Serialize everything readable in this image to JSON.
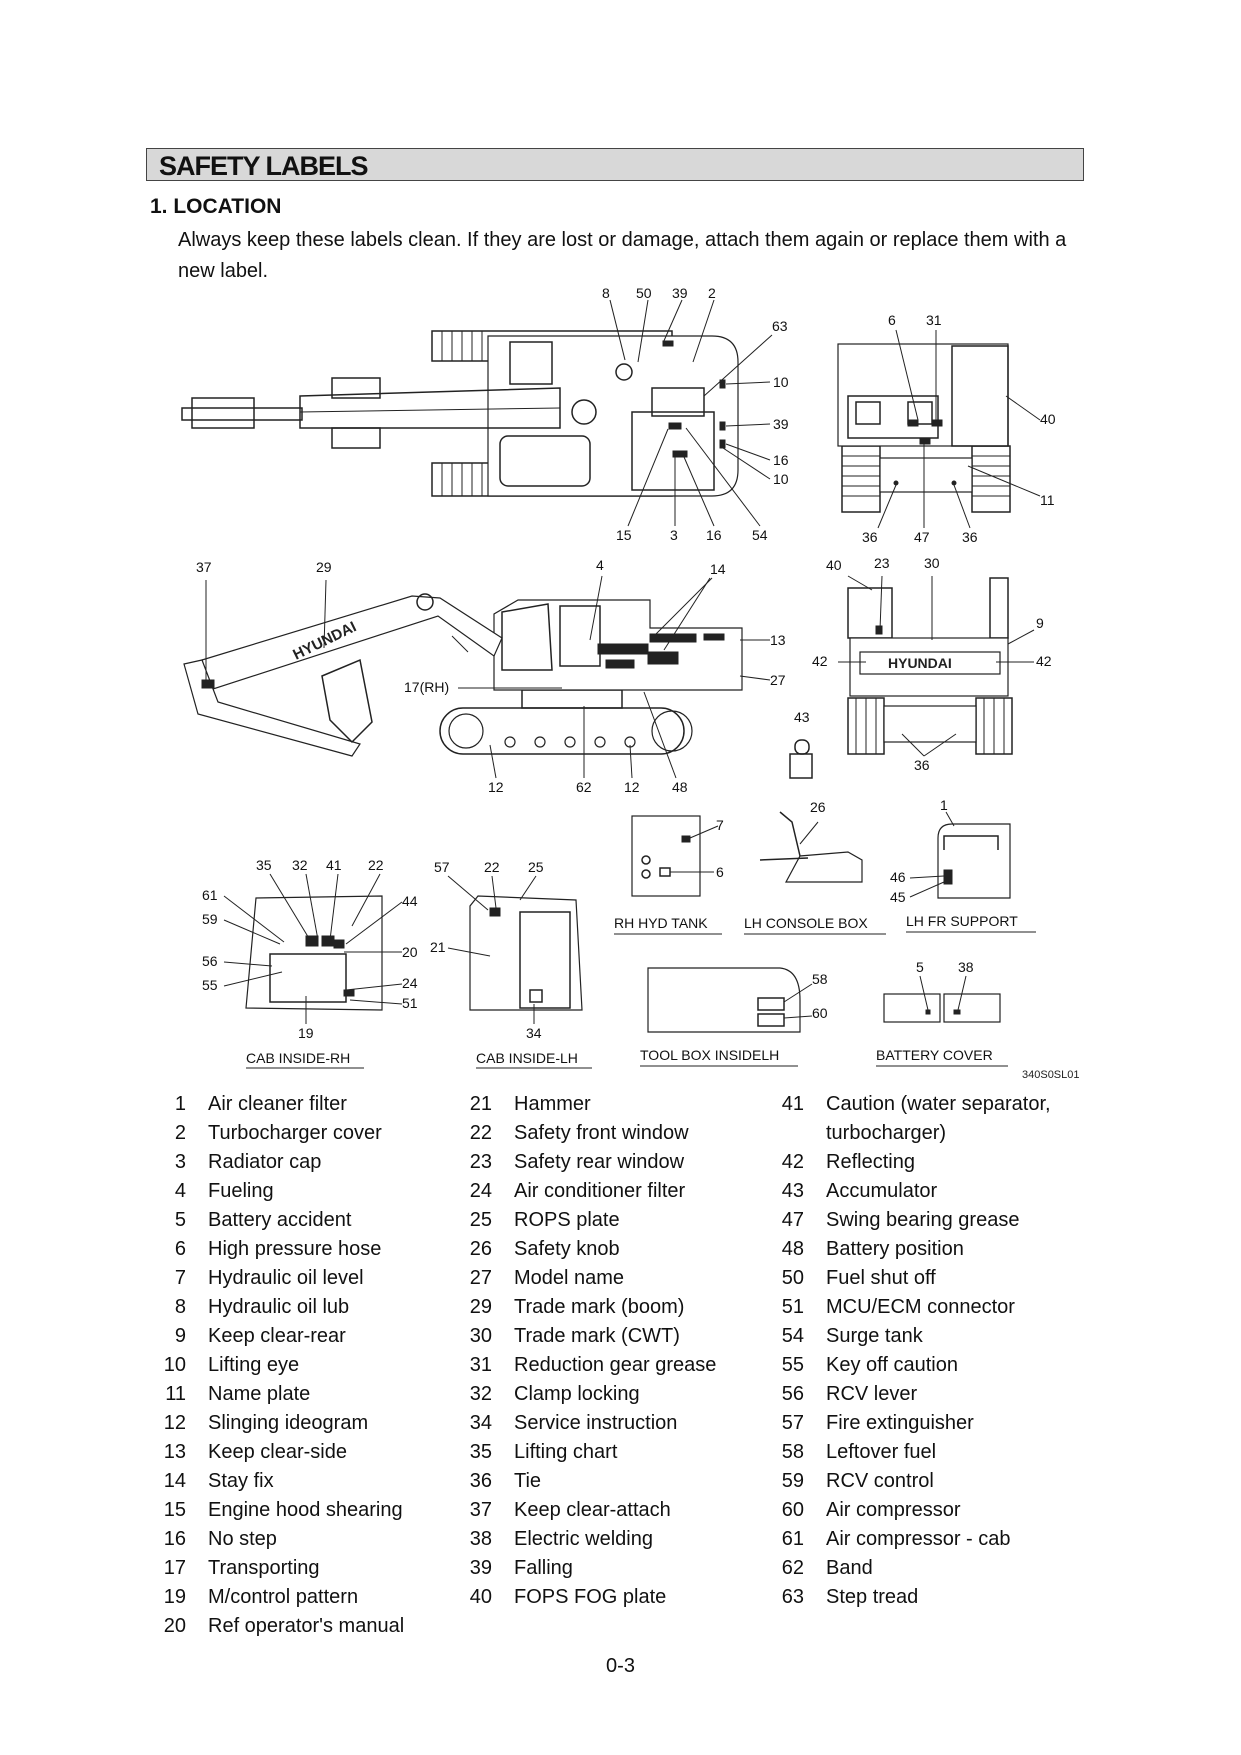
{
  "section_title": "SAFETY LABELS",
  "subsection_title": "1.  LOCATION",
  "intro": "Always keep these labels clean.  If they are lost or damage, attach them again or replace them with a new label.",
  "figure_code": "340S0SL01",
  "captions": {
    "rh_hyd_tank": "RH HYD TANK",
    "lh_console_box": "LH CONSOLE BOX",
    "lh_fr_support": "LH FR SUPPORT",
    "cab_inside_rh": "CAB INSIDE-RH",
    "cab_inside_lh": "CAB INSIDE-LH",
    "tool_box": "TOOL BOX INSIDELH",
    "battery_cover": "BATTERY COVER",
    "brand": "HYUNDAI"
  },
  "callouts": {
    "top": [
      "8",
      "50",
      "39",
      "2",
      "63",
      "10",
      "39",
      "16",
      "10",
      "15",
      "3",
      "16",
      "54"
    ],
    "rear": [
      "6",
      "31",
      "40",
      "11",
      "36",
      "47",
      "36"
    ],
    "side": [
      "37",
      "29",
      "4",
      "14",
      "13",
      "17(RH)",
      "27",
      "12",
      "62",
      "12",
      "48"
    ],
    "front": [
      "40",
      "23",
      "30",
      "9",
      "42",
      "42",
      "43",
      "36"
    ],
    "tank": [
      "7",
      "6"
    ],
    "console": [
      "26"
    ],
    "support": [
      "1",
      "46",
      "45"
    ],
    "cab_rh": [
      "35",
      "32",
      "41",
      "22",
      "61",
      "44",
      "59",
      "20",
      "56",
      "24",
      "55",
      "51",
      "19"
    ],
    "cab_lh": [
      "57",
      "22",
      "25",
      "21",
      "34"
    ],
    "toolbox": [
      "58",
      "60"
    ],
    "battery": [
      "5",
      "38"
    ]
  },
  "legend": {
    "col1": [
      {
        "no": "1",
        "text": "Air cleaner filter"
      },
      {
        "no": "2",
        "text": "Turbocharger cover"
      },
      {
        "no": "3",
        "text": "Radiator cap"
      },
      {
        "no": "4",
        "text": "Fueling"
      },
      {
        "no": "5",
        "text": "Battery accident"
      },
      {
        "no": "6",
        "text": "High pressure hose"
      },
      {
        "no": "7",
        "text": "Hydraulic oil level"
      },
      {
        "no": "8",
        "text": "Hydraulic oil lub"
      },
      {
        "no": "9",
        "text": "Keep clear-rear"
      },
      {
        "no": "10",
        "text": "Lifting eye"
      },
      {
        "no": "11",
        "text": "Name plate"
      },
      {
        "no": "12",
        "text": "Slinging ideogram"
      },
      {
        "no": "13",
        "text": "Keep clear-side"
      },
      {
        "no": "14",
        "text": "Stay fix"
      },
      {
        "no": "15",
        "text": "Engine hood shearing"
      },
      {
        "no": "16",
        "text": "No step"
      },
      {
        "no": "17",
        "text": "Transporting"
      },
      {
        "no": "19",
        "text": "M/control pattern"
      },
      {
        "no": "20",
        "text": "Ref operator's manual"
      }
    ],
    "col2": [
      {
        "no": "21",
        "text": "Hammer"
      },
      {
        "no": "22",
        "text": "Safety front window"
      },
      {
        "no": "23",
        "text": "Safety rear window"
      },
      {
        "no": "24",
        "text": "Air conditioner filter"
      },
      {
        "no": "25",
        "text": "ROPS plate"
      },
      {
        "no": "26",
        "text": "Safety knob"
      },
      {
        "no": "27",
        "text": "Model name"
      },
      {
        "no": "29",
        "text": "Trade mark (boom)"
      },
      {
        "no": "30",
        "text": "Trade mark (CWT)"
      },
      {
        "no": "31",
        "text": "Reduction gear grease"
      },
      {
        "no": "32",
        "text": "Clamp locking"
      },
      {
        "no": "34",
        "text": "Service instruction"
      },
      {
        "no": "35",
        "text": "Lifting chart"
      },
      {
        "no": "36",
        "text": "Tie"
      },
      {
        "no": "37",
        "text": "Keep clear-attach"
      },
      {
        "no": "38",
        "text": "Electric welding"
      },
      {
        "no": "39",
        "text": "Falling"
      },
      {
        "no": "40",
        "text": "FOPS FOG plate"
      }
    ],
    "col3": [
      {
        "no": "41",
        "text": "Caution (water separator,"
      },
      {
        "no": "",
        "text": "turbocharger)"
      },
      {
        "no": "42",
        "text": "Reflecting"
      },
      {
        "no": "43",
        "text": "Accumulator"
      },
      {
        "no": "47",
        "text": "Swing bearing grease"
      },
      {
        "no": "48",
        "text": "Battery position"
      },
      {
        "no": "50",
        "text": "Fuel shut off"
      },
      {
        "no": "51",
        "text": "MCU/ECM connector"
      },
      {
        "no": "54",
        "text": "Surge tank"
      },
      {
        "no": "55",
        "text": "Key off caution"
      },
      {
        "no": "56",
        "text": "RCV lever"
      },
      {
        "no": "57",
        "text": "Fire extinguisher"
      },
      {
        "no": "58",
        "text": "Leftover fuel"
      },
      {
        "no": "59",
        "text": "RCV control"
      },
      {
        "no": "60",
        "text": "Air compressor"
      },
      {
        "no": "61",
        "text": "Air compressor - cab"
      },
      {
        "no": "62",
        "text": "Band"
      },
      {
        "no": "63",
        "text": "Step tread"
      }
    ]
  },
  "page_number": "0-3"
}
